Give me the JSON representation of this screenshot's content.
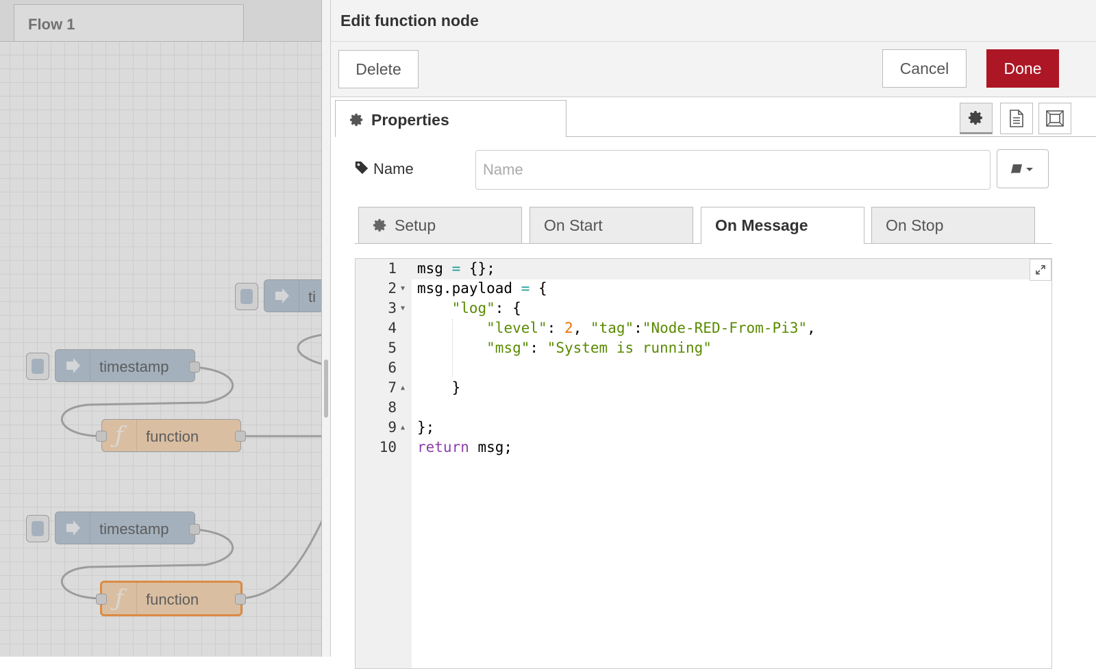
{
  "workspace": {
    "flow_tab": "Flow 1",
    "nodes": [
      {
        "type": "inject",
        "label": "timestamp"
      },
      {
        "type": "function",
        "label": "function"
      },
      {
        "type": "inject",
        "label": "timestamp"
      },
      {
        "type": "function",
        "label": "function"
      },
      {
        "type": "inject",
        "label": "ti"
      }
    ],
    "colors": {
      "inject": "#a6bbcf",
      "function": "#fdd0a2",
      "selected": "#ff7f0e"
    }
  },
  "tray": {
    "title": "Edit function node",
    "delete_label": "Delete",
    "cancel_label": "Cancel",
    "done_label": "Done",
    "done_color": "#ad1625",
    "properties_tab": "Properties",
    "name_label": "Name",
    "name_placeholder": "Name",
    "name_value": "",
    "sub_tabs": [
      "Setup",
      "On Start",
      "On Message",
      "On Stop"
    ],
    "active_sub_tab": "On Message",
    "code_lines": [
      "1",
      "2",
      "3",
      "4",
      "5",
      "6",
      "7",
      "8",
      "9",
      "10"
    ],
    "code": {
      "l1_a": "msg",
      "l1_op": "=",
      "l1_b": "{};",
      "l2_a": "msg.payload",
      "l2_op": "=",
      "l2_b": "{",
      "l3_key": "\"log\"",
      "l3_b": ": {",
      "l4_key1": "\"level\"",
      "l4_c1": ": ",
      "l4_num": "2",
      "l4_c2": ", ",
      "l4_key2": "\"tag\"",
      "l4_c3": ":",
      "l4_val": "\"Node-RED-From-Pi3\"",
      "l4_c4": ",",
      "l5_key": "\"msg\"",
      "l5_c": ": ",
      "l5_val": "\"System is running\"",
      "l7": "}",
      "l9": "};",
      "l10_kw": "return",
      "l10_b": " msg;"
    }
  }
}
